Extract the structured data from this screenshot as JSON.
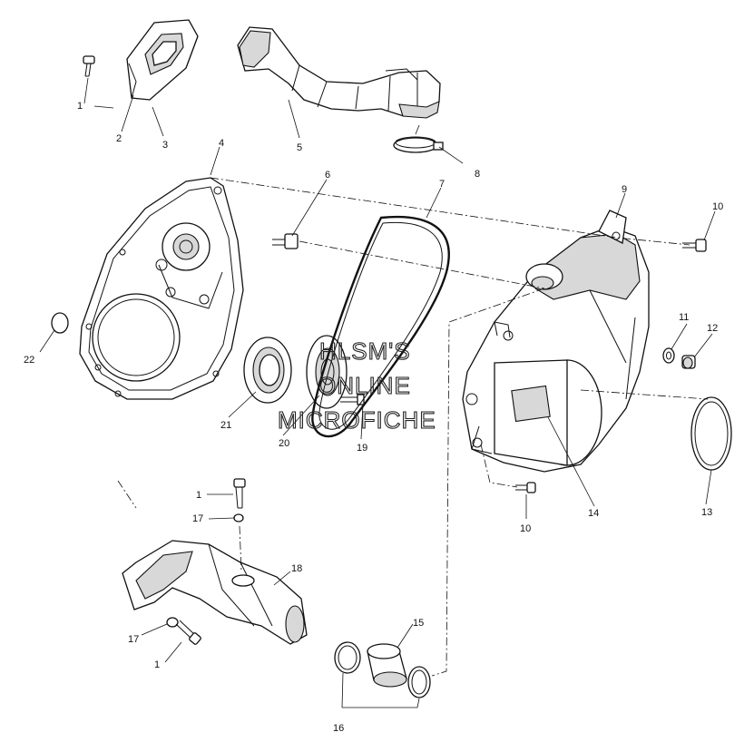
{
  "diagram": {
    "labels": {
      "l1a": "1",
      "l2": "2",
      "l3": "3",
      "l4": "4",
      "l5": "5",
      "l6": "6",
      "l7": "7",
      "l8": "8",
      "l9": "9",
      "l10a": "10",
      "l10b": "10",
      "l11": "11",
      "l12": "12",
      "l13": "13",
      "l14": "14",
      "l15": "15",
      "l16": "16",
      "l17a": "17",
      "l17b": "17",
      "l18": "18",
      "l19": "19",
      "l20": "20",
      "l21": "21",
      "l22": "22",
      "l1b": "1",
      "l1c": "1"
    },
    "watermark": [
      "HLSM'S",
      "ONLINE",
      "MICROFICHE"
    ]
  }
}
